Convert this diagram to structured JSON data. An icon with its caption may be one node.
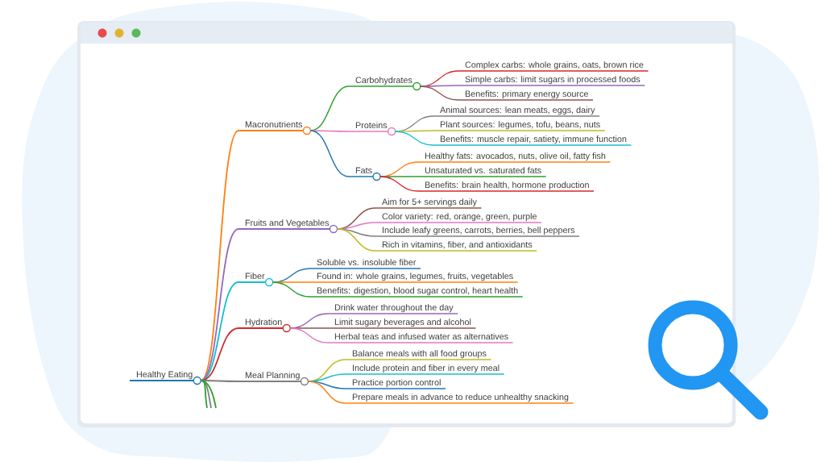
{
  "diagram": {
    "nodes": [
      {
        "text": [
          "Healthy Eating"
        ]
      },
      {
        "text": [
          "Macronutrients"
        ]
      },
      {
        "text": [
          "Carbohydrates"
        ]
      },
      {
        "text": [
          "Complex carbs: whole grains, oats, brown rice"
        ]
      },
      {
        "text": [
          "Simple carbs: limit sugars in processed foods"
        ]
      },
      {
        "text": [
          "Benefits: primary energy source"
        ]
      },
      {
        "text": [
          "Proteins"
        ]
      },
      {
        "text": [
          "Animal sources: lean meats, eggs, dairy"
        ]
      },
      {
        "text": [
          "Plant sources: legumes, tofu, beans, nuts"
        ]
      },
      {
        "text": [
          "Benefits: muscle repair, satiety, immune function"
        ]
      },
      {
        "text": [
          "Fats"
        ]
      },
      {
        "text": [
          "Healthy fats: avocados, nuts, olive oil, fatty fish"
        ]
      },
      {
        "text": [
          "Unsaturated vs. saturated fats"
        ]
      },
      {
        "text": [
          "Benefits: brain health, hormone production"
        ]
      },
      {
        "text": [
          "Fruits and Vegetables"
        ]
      },
      {
        "text": [
          "Aim for 5+ servings daily"
        ]
      },
      {
        "text": [
          "Color variety: red, orange, green, purple"
        ]
      },
      {
        "text": [
          "Include leafy greens, carrots, berries, bell peppers"
        ]
      },
      {
        "text": [
          "Rich in vitamins, fiber, and antioxidants"
        ]
      },
      {
        "text": [
          "Fiber"
        ]
      },
      {
        "text": [
          "Soluble vs. insoluble fiber"
        ]
      },
      {
        "text": [
          "Found in: whole grains, legumes, fruits, vegetables"
        ]
      },
      {
        "text": [
          "Benefits: digestion, blood sugar control, heart health"
        ]
      },
      {
        "text": [
          "Hydration"
        ]
      },
      {
        "text": [
          "Drink water throughout the day"
        ]
      },
      {
        "text": [
          "Limit sugary beverages and alcohol"
        ]
      },
      {
        "text": [
          "Herbal teas and infused water as alternatives"
        ]
      },
      {
        "text": [
          "Meal Planning"
        ]
      },
      {
        "text": [
          "Balance meals with all food groups"
        ]
      },
      {
        "text": [
          "Include protein and fiber in every meal"
        ]
      },
      {
        "text": [
          "Practice portion control"
        ]
      },
      {
        "text": [
          "Prepare meals in advance to reduce unhealthy snacking"
        ]
      }
    ],
    "edges": [
      {
        "from": 0,
        "to": 1,
        "arrow": "none",
        "color": "#ff7f0e"
      },
      {
        "from": 1,
        "to": 2,
        "arrow": "none",
        "color": "#2ca02c"
      },
      {
        "from": 2,
        "to": 3,
        "arrow": "none",
        "color": "#d62728"
      },
      {
        "from": 2,
        "to": 4,
        "arrow": "none",
        "color": "#9467bd"
      },
      {
        "from": 2,
        "to": 5,
        "arrow": "none",
        "color": "#8c564b"
      },
      {
        "from": 1,
        "to": 6,
        "arrow": "none",
        "color": "#e377c2"
      },
      {
        "from": 6,
        "to": 7,
        "arrow": "none",
        "color": "#7f7f7f"
      },
      {
        "from": 6,
        "to": 8,
        "arrow": "none",
        "color": "#bcbd22"
      },
      {
        "from": 6,
        "to": 9,
        "arrow": "none",
        "color": "#17becf"
      },
      {
        "from": 1,
        "to": 10,
        "arrow": "none",
        "color": "#1f77b4"
      },
      {
        "from": 10,
        "to": 11,
        "arrow": "none",
        "color": "#ff7f0e"
      },
      {
        "from": 10,
        "to": 12,
        "arrow": "none",
        "color": "#2ca02c"
      },
      {
        "from": 10,
        "to": 13,
        "arrow": "none",
        "color": "#d62728"
      },
      {
        "from": 0,
        "to": 14,
        "arrow": "none",
        "color": "#9467bd"
      },
      {
        "from": 14,
        "to": 15,
        "arrow": "none",
        "color": "#8c564b"
      },
      {
        "from": 14,
        "to": 16,
        "arrow": "none",
        "color": "#e377c2"
      },
      {
        "from": 14,
        "to": 17,
        "arrow": "none",
        "color": "#7f7f7f"
      },
      {
        "from": 14,
        "to": 18,
        "arrow": "none",
        "color": "#bcbd22"
      },
      {
        "from": 0,
        "to": 19,
        "arrow": "none",
        "color": "#17becf"
      },
      {
        "from": 19,
        "to": 20,
        "arrow": "none",
        "color": "#1f77b4"
      },
      {
        "from": 19,
        "to": 21,
        "arrow": "none",
        "color": "#ff7f0e"
      },
      {
        "from": 19,
        "to": 22,
        "arrow": "none",
        "color": "#2ca02c"
      },
      {
        "from": 0,
        "to": 23,
        "arrow": "none",
        "color": "#d62728"
      },
      {
        "from": 23,
        "to": 24,
        "arrow": "none",
        "color": "#9467bd"
      },
      {
        "from": 23,
        "to": 25,
        "arrow": "none",
        "color": "#8c564b"
      },
      {
        "from": 23,
        "to": 26,
        "arrow": "none",
        "color": "#e377c2"
      },
      {
        "from": 0,
        "to": 27,
        "arrow": "none",
        "color": "#7f7f7f"
      },
      {
        "from": 27,
        "to": 28,
        "arrow": "none",
        "color": "#bcbd22"
      },
      {
        "from": 27,
        "to": 29,
        "arrow": "none",
        "color": "#17becf"
      },
      {
        "from": 27,
        "to": 30,
        "arrow": "none",
        "color": "#1f77b4"
      },
      {
        "from": 27,
        "to": 31,
        "arrow": "none",
        "color": "#ff7f0e"
      },
      {
        "from": 0,
        "to": null,
        "arrow": "none",
        "color": "#2ca02c"
      },
      {
        "from": 0,
        "to": null,
        "arrow": "none",
        "color": "#7f7f7f"
      },
      {
        "from": 0,
        "to": null,
        "arrow": "none",
        "color": "#2ca02c"
      }
    ]
  }
}
